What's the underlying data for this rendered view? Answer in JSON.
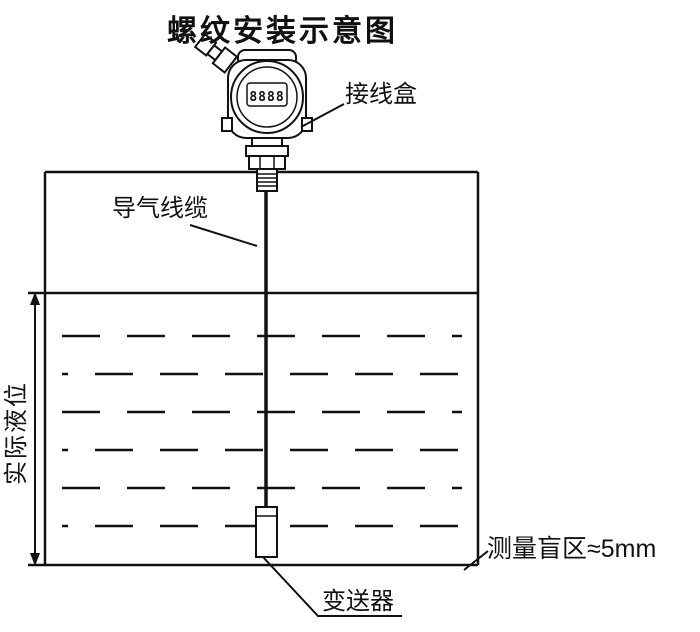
{
  "title": "螺纹安装示意图",
  "labels": {
    "junction_box": "接线盒",
    "air_cable": "导气线缆",
    "actual_level": "实际液位",
    "blind_zone": "测量盲区≈5mm",
    "transmitter": "变送器"
  },
  "device": {
    "display": "8888"
  },
  "colors": {
    "line": "#111111",
    "background": "#ffffff"
  }
}
